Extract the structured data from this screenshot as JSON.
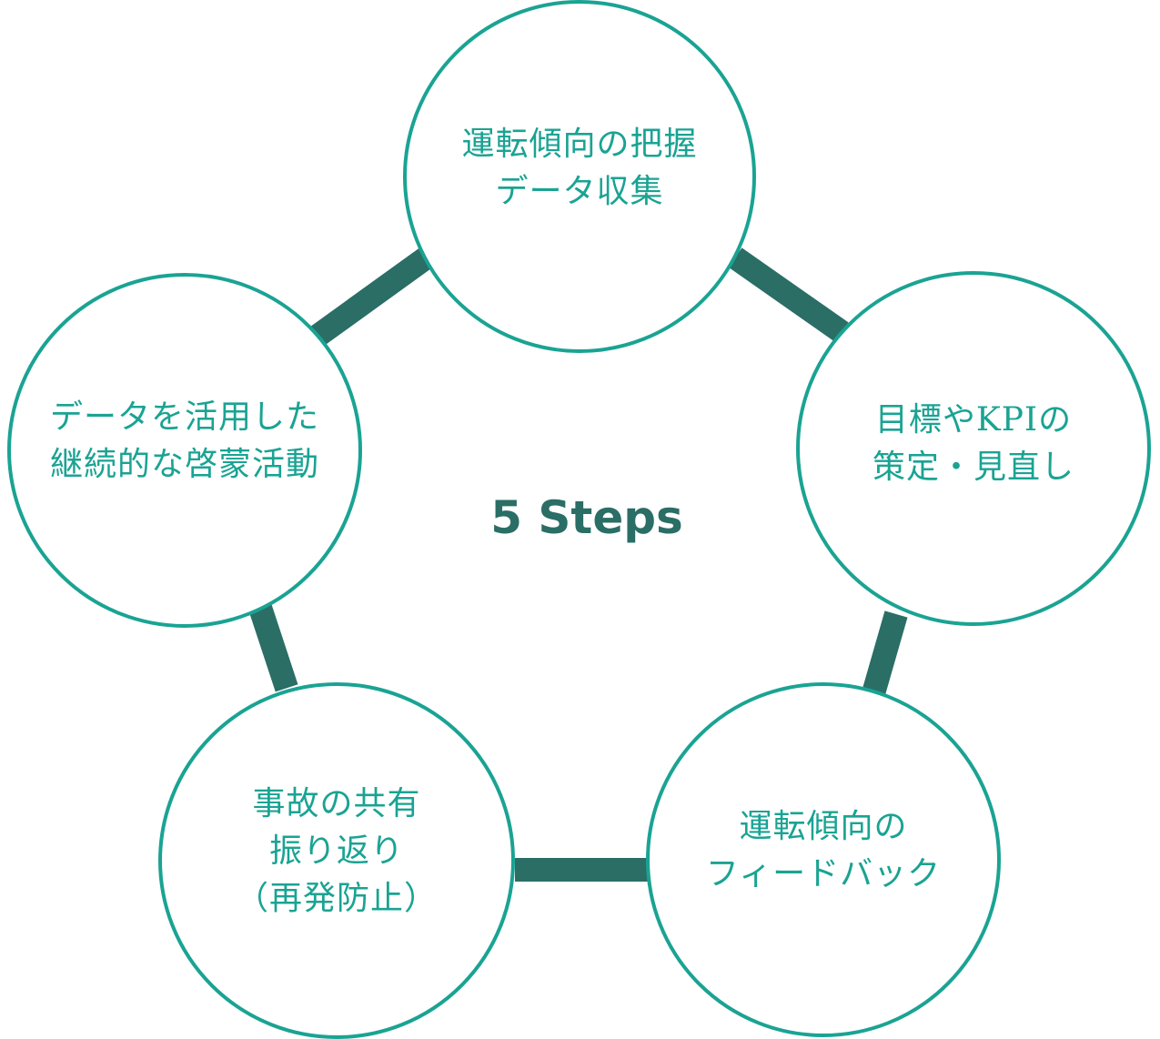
{
  "diagram": {
    "title": "5 Steps",
    "colors": {
      "circle_border": "#1aa393",
      "connector": "#2a6e66",
      "text": "#1aa393",
      "title": "#2a6e66"
    },
    "steps": [
      {
        "lines": [
          "運転傾向の把握",
          "データ収集"
        ]
      },
      {
        "lines": [
          "目標やKPIの",
          "策定・見直し"
        ]
      },
      {
        "lines": [
          "運転傾向の",
          "フィードバック"
        ]
      },
      {
        "lines": [
          "事故の共有",
          "振り返り",
          "（再発防止）"
        ]
      },
      {
        "lines": [
          "データを活用した",
          "継続的な啓蒙活動"
        ]
      }
    ]
  }
}
